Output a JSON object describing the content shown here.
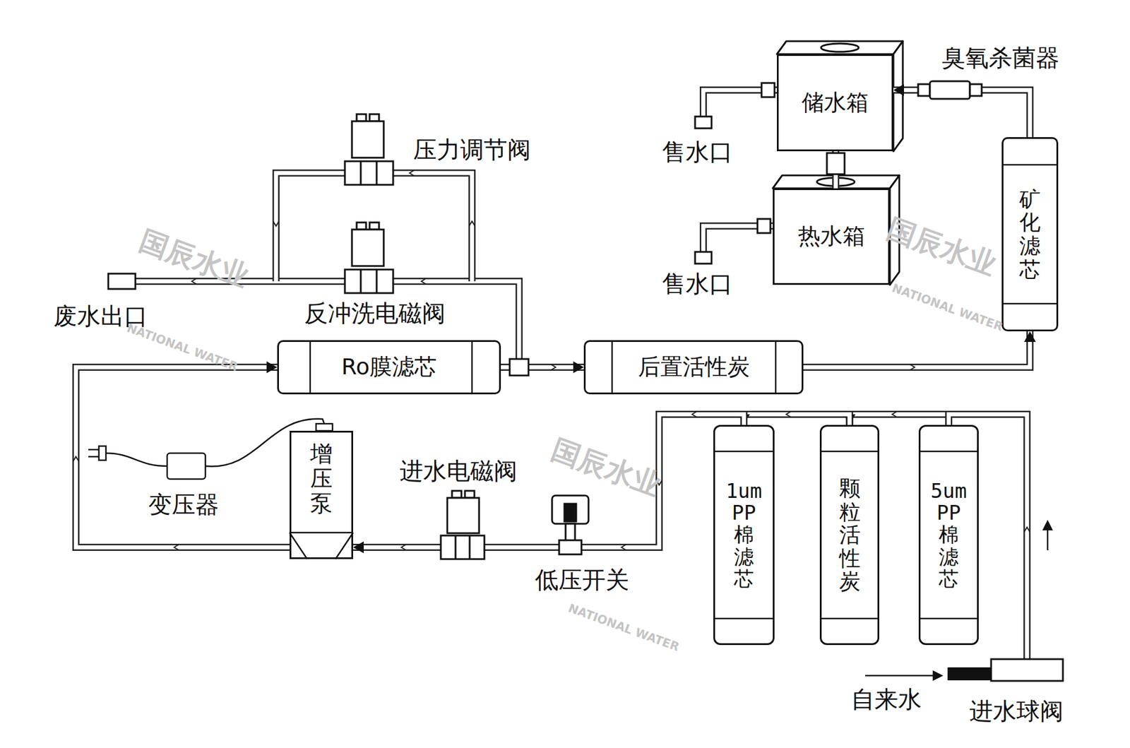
{
  "diagram": {
    "nodes": [
      {
        "text": [
          "储水箱"
        ]
      },
      {
        "text": [
          "热水箱"
        ]
      },
      {
        "text": [
          "矿化滤芯"
        ]
      },
      {
        "text": [
          "Ro膜滤芯"
        ]
      },
      {
        "text": [
          "后置活性炭"
        ]
      },
      {
        "text": [
          "增压泵"
        ]
      },
      {
        "text": [
          "1um PP棉滤芯"
        ]
      },
      {
        "text": [
          "颗粒活性炭"
        ]
      },
      {
        "text": [
          "5um PP棉滤芯"
        ]
      }
    ],
    "edges": [
      {
        "from": 8,
        "to": 7,
        "arrow": "to"
      },
      {
        "from": 7,
        "to": 6,
        "arrow": "to"
      },
      {
        "from": 6,
        "to": 5,
        "arrow": "to"
      },
      {
        "from": 5,
        "to": 3,
        "arrow": "to"
      },
      {
        "from": 3,
        "to": 4,
        "arrow": "to"
      },
      {
        "from": 4,
        "to": 2,
        "arrow": "to"
      },
      {
        "from": 2,
        "to": 0,
        "arrow": "to"
      },
      {
        "from": 0,
        "to": 1,
        "arrow": "none"
      }
    ],
    "labels": [
      "压力调节阀",
      "反冲洗电磁阀",
      "废水出口",
      "售水口",
      "售水口",
      "臭氧杀菌器",
      "变压器",
      "进水电磁阀",
      "低压开关",
      "自来水",
      "进水球阀",
      "国辰水业",
      "国辰水业",
      "国辰水业",
      "NATIONAL WATER",
      "NATIONAL WATER",
      "NATIONAL WATER"
    ]
  }
}
